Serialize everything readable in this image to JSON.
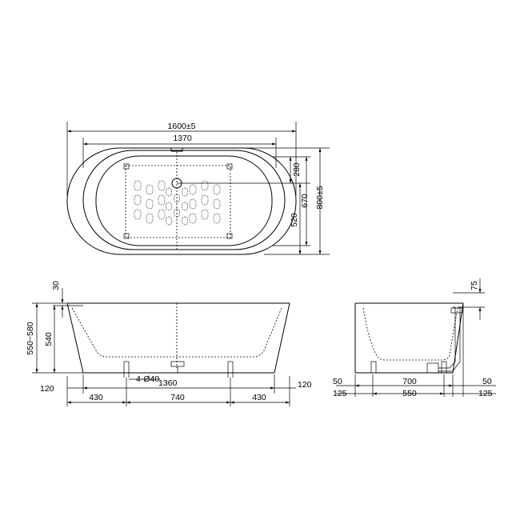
{
  "top_view": {
    "overall_length": "1600±5",
    "inner_length": "1370",
    "drain_offset": "280",
    "inner_width": "670",
    "overall_width": "800±5",
    "basin_width": "520"
  },
  "side_view": {
    "rim_height": "30",
    "total_height": "550~580",
    "inner_height": "540",
    "feet": "4-Ø40",
    "base_length": "1360",
    "left_overhang": "120",
    "right_overhang": "120",
    "left_foot_span": "430",
    "center_span": "740",
    "right_foot_span": "430"
  },
  "end_view": {
    "overflow_height": "75",
    "left_inset_top": "50",
    "left_inset_bottom": "125",
    "top_span": "700",
    "bottom_span": "550",
    "right_inset_top": "50",
    "right_inset_bottom": "125"
  }
}
